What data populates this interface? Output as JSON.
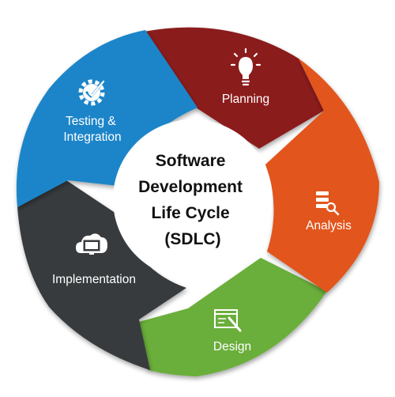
{
  "center": {
    "lines": [
      "Software",
      "Development",
      "Life Cycle",
      "(SDLC)"
    ]
  },
  "segments": [
    {
      "label_lines": [
        "Planning"
      ],
      "icon": "lightbulb-icon",
      "color": "#8B1B1E"
    },
    {
      "label_lines": [
        "Analysis"
      ],
      "icon": "server-search-icon",
      "color": "#E2541F"
    },
    {
      "label_lines": [
        "Design"
      ],
      "icon": "design-document-icon",
      "color": "#6BAE3A"
    },
    {
      "label_lines": [
        "Implementation"
      ],
      "icon": "cloud-monitor-icon",
      "color": "#383B3E"
    },
    {
      "label_lines": [
        "Testing &",
        "Integration"
      ],
      "icon": "gear-check-icon",
      "color": "#1B85C9"
    }
  ]
}
